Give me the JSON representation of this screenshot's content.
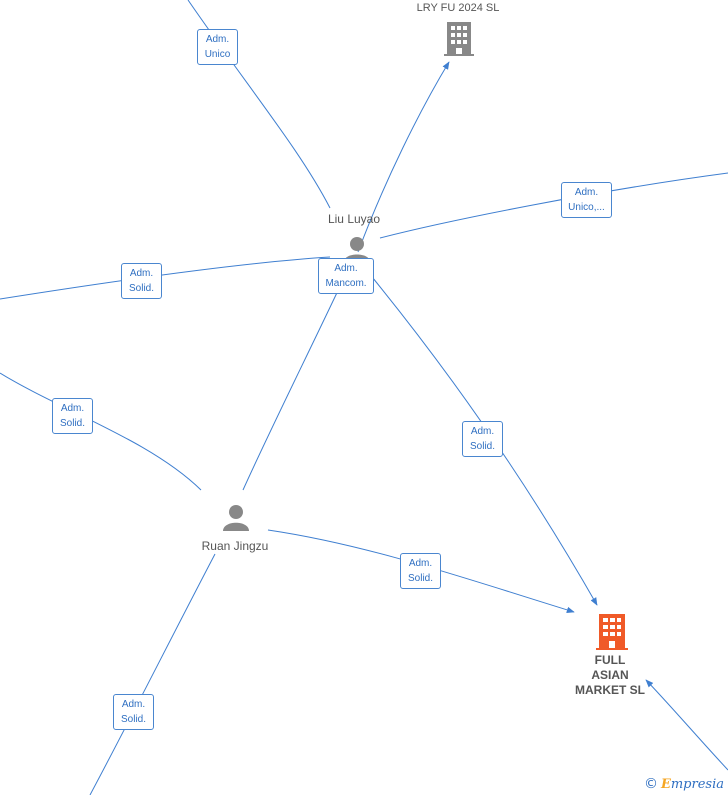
{
  "nodes": {
    "lry": {
      "label": "LRY FU 2024  SL",
      "icon": "building-icon",
      "color": "#888888"
    },
    "liu": {
      "label": "Liu Luyao",
      "icon": "person-icon",
      "color": "#888888"
    },
    "ruan": {
      "label": "Ruan Jingzu",
      "icon": "person-icon",
      "color": "#888888"
    },
    "full": {
      "label_lines": [
        "FULL",
        "ASIAN",
        "MARKET  SL"
      ],
      "icon": "building-icon",
      "color": "#f05a28"
    }
  },
  "edge_labels": {
    "top_left": [
      "Adm.",
      "Unico"
    ],
    "right_top": [
      "Adm.",
      "Unico,..."
    ],
    "left_mid": [
      "Adm.",
      "Solid."
    ],
    "center": [
      "Adm.",
      "Mancom."
    ],
    "left_low": [
      "Adm.",
      "Solid."
    ],
    "liu_full": [
      "Adm.",
      "Solid."
    ],
    "ruan_full": [
      "Adm.",
      "Solid."
    ],
    "bottom_left": [
      "Adm.",
      "Solid."
    ]
  },
  "colors": {
    "edge": "#3f7fd0",
    "label_border": "#4a86cf",
    "label_text": "#2f6fc1"
  },
  "brand": {
    "copyright": "©",
    "first": "E",
    "rest": "mpresia"
  }
}
